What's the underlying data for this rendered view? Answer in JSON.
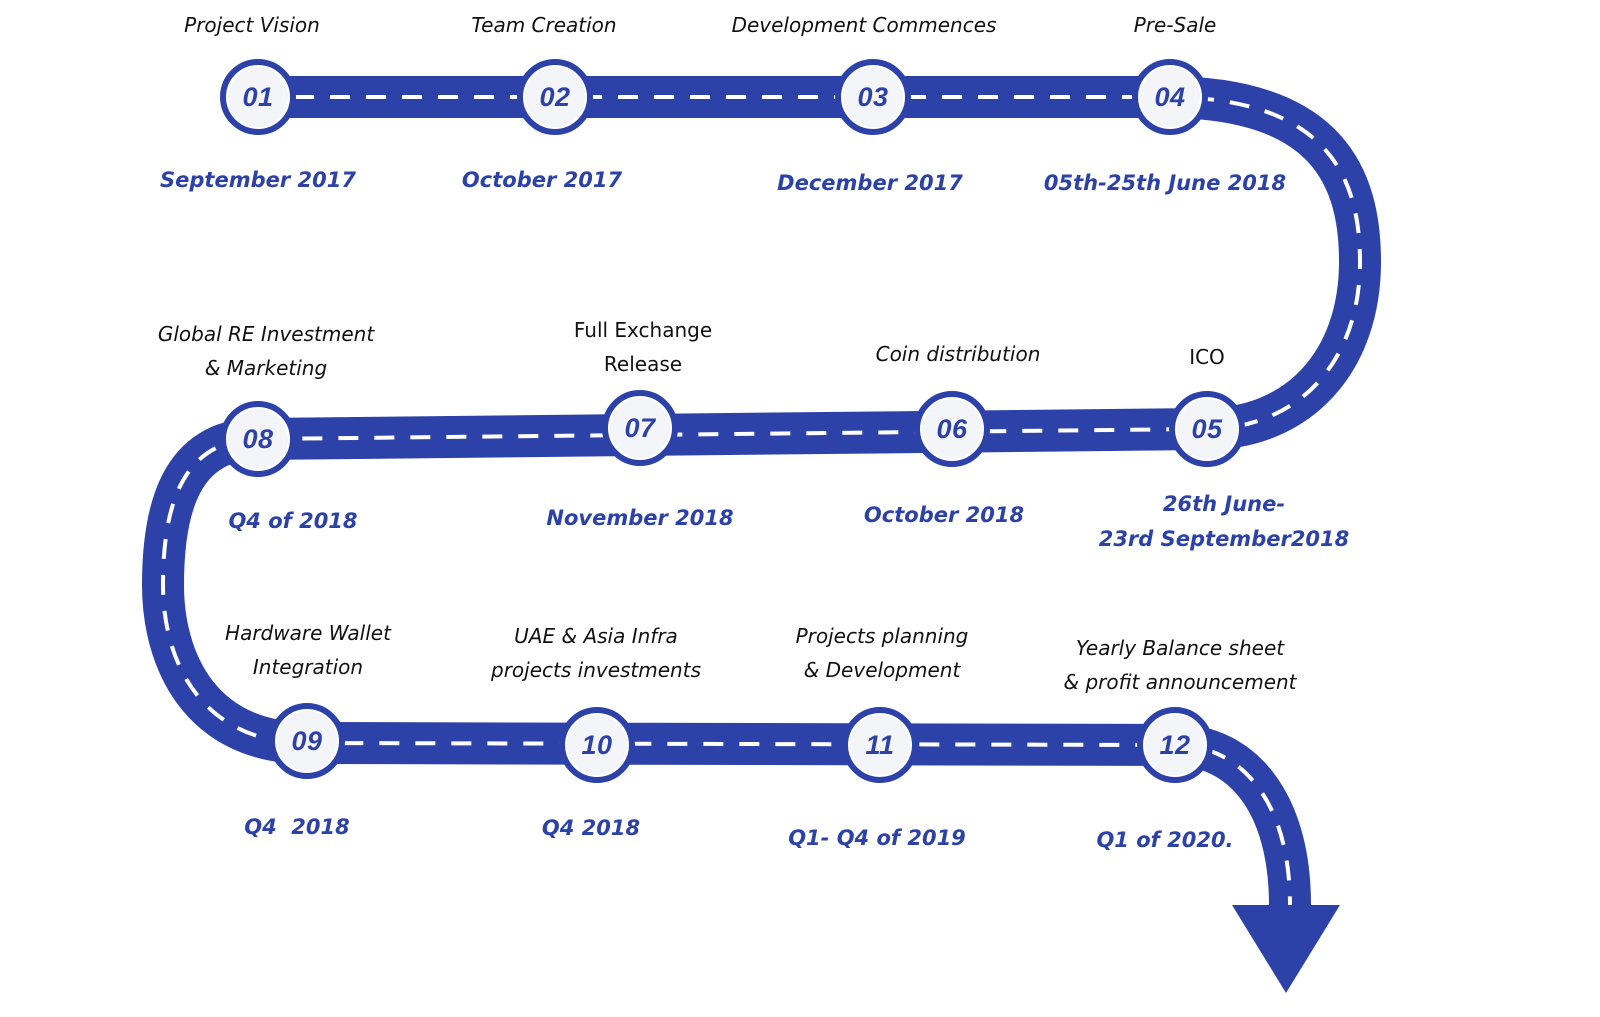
{
  "colors": {
    "road": "#2d42a8",
    "node_fill": "#f4f5f8",
    "dash": "#ffffff",
    "title_text": "#111111",
    "date_text": "#2d42a8"
  },
  "milestones": [
    {
      "number": "01",
      "title_lines": [
        "Project Vision"
      ],
      "date_lines": [
        "September 2017"
      ]
    },
    {
      "number": "02",
      "title_lines": [
        "Team Creation"
      ],
      "date_lines": [
        "October 2017"
      ]
    },
    {
      "number": "03",
      "title_lines": [
        "Development Commences"
      ],
      "date_lines": [
        "December 2017"
      ]
    },
    {
      "number": "04",
      "title_lines": [
        "Pre-Sale"
      ],
      "date_lines": [
        "05th-25th June 2018"
      ]
    },
    {
      "number": "05",
      "title_lines": [
        "ICO"
      ],
      "date_lines": [
        "26th June-",
        "23rd September2018"
      ]
    },
    {
      "number": "06",
      "title_lines": [
        "Coin distribution"
      ],
      "date_lines": [
        "October 2018"
      ]
    },
    {
      "number": "07",
      "title_lines": [
        "Full Exchange",
        "Release"
      ],
      "date_lines": [
        "November 2018"
      ]
    },
    {
      "number": "08",
      "title_lines": [
        "Global RE Investment",
        "& Marketing"
      ],
      "date_lines": [
        "Q4 of 2018"
      ]
    },
    {
      "number": "09",
      "title_lines": [
        "Hardware Wallet",
        "Integration"
      ],
      "date_lines": [
        "Q4  2018"
      ]
    },
    {
      "number": "10",
      "title_lines": [
        "UAE & Asia Infra",
        "projects investments"
      ],
      "date_lines": [
        "Q4 2018"
      ]
    },
    {
      "number": "11",
      "title_lines": [
        "Projects planning",
        "& Development"
      ],
      "date_lines": [
        "Q1- Q4 of 2019"
      ]
    },
    {
      "number": "12",
      "title_lines": [
        "Yearly Balance sheet",
        "& profit announcement"
      ],
      "date_lines": [
        "Q1 of 2020."
      ]
    }
  ]
}
